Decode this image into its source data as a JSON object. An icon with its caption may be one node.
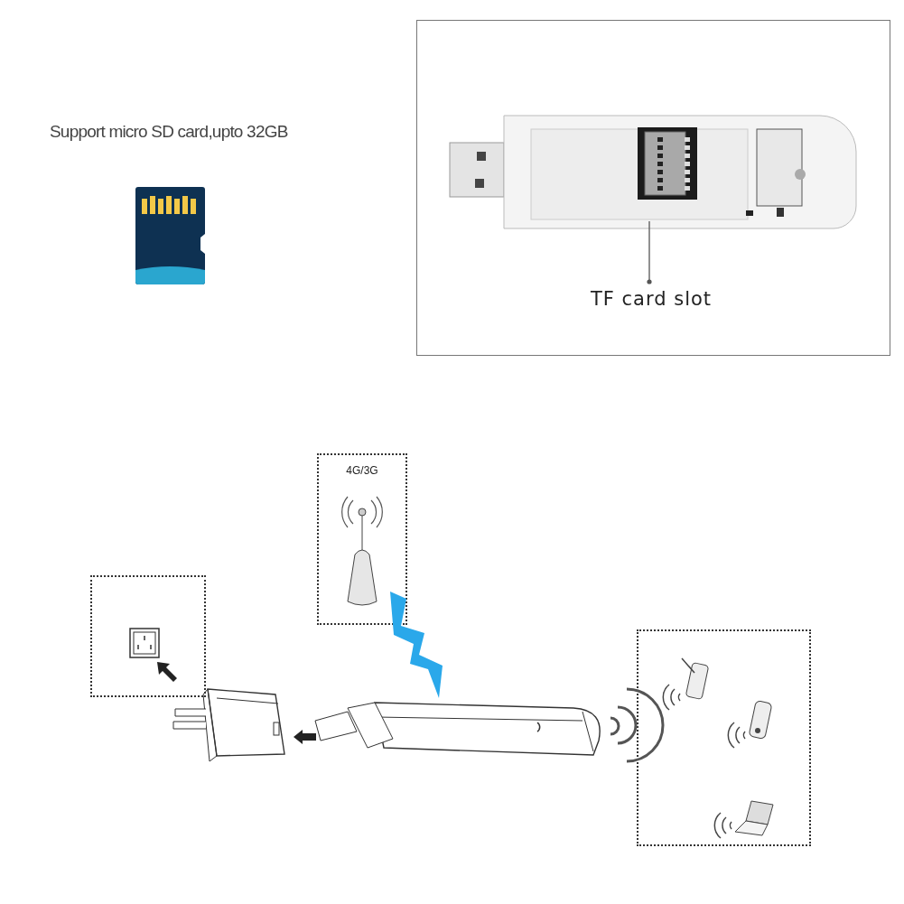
{
  "diagram": {
    "nodes": [
      {
        "text": [],
        "shape": "box"
      },
      {
        "text": [
          "TF card slot"
        ],
        "in": 0
      },
      {
        "text": [],
        "shape": "picture",
        "in": 0
      },
      {
        "text": [
          "4G/3G"
        ]
      },
      {
        "text": [],
        "shape": "box"
      },
      {
        "text": [],
        "shape": "box"
      }
    ],
    "edges": [
      {
        "from": 1,
        "to": 2,
        "arrow": "other"
      }
    ],
    "labels": [
      "Support micro SD card,upto 32GB"
    ]
  }
}
